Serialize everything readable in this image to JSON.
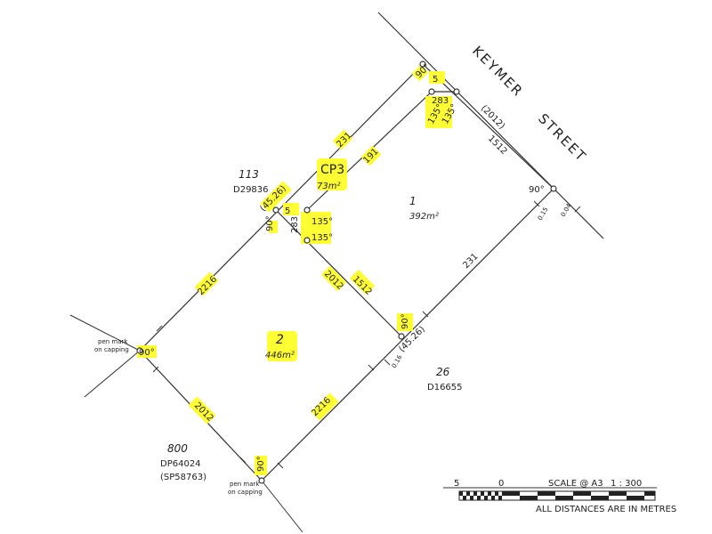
{
  "plan": {
    "street": {
      "word1": "KEYMER",
      "word2": "STREET"
    },
    "highlight_color": "#ffff33",
    "frontage": {
      "dim_bracket": "(2012)",
      "dim": "1512",
      "corner_angle": "90°",
      "width_north": "5"
    },
    "corner_near_street": {
      "dim_283": "283",
      "angle_a": "135°",
      "angle_b": "135°"
    },
    "cp3": {
      "label": "CP3",
      "area": "73m²",
      "dim_191": "191",
      "dim_5": "5",
      "dim_283": "283",
      "angle_a": "135°",
      "angle_b": "135°"
    },
    "lot1": {
      "number": "1",
      "area": "392m²",
      "dim_231_top": "231",
      "dim_231_side": "231",
      "dim_1512": "1512",
      "angle": "90°"
    },
    "lot2": {
      "number": "2",
      "area": "446m²",
      "dim_2216_left": "2216",
      "dim_2216_bottom": "2216",
      "dim_2012_side": "2012",
      "dim_2012_bottom": "2012",
      "angle_left": "90°",
      "angle_bottom": "90°",
      "angle_mid": "90°",
      "bracket_left": "(45.26)",
      "bracket_right": "(45.26)",
      "angle_left_top": "90°"
    },
    "adjoining": [
      {
        "number": "113",
        "plan": "D29836"
      },
      {
        "number": "26",
        "plan": "D16655"
      },
      {
        "number": "800",
        "plan": "DP64024",
        "extra": "(SP58763)"
      }
    ],
    "pen_marks": {
      "line1": "pen mark",
      "line2": "on capping"
    },
    "small_dims": {
      "a": "0.15",
      "b": "0.04",
      "c": "0.16"
    },
    "scale_bar": {
      "label_left": "5",
      "label_right": "0",
      "scale_text": "SCALE @ A3",
      "ratio": "1 : 300",
      "note": "ALL DISTANCES ARE IN METRES"
    }
  }
}
